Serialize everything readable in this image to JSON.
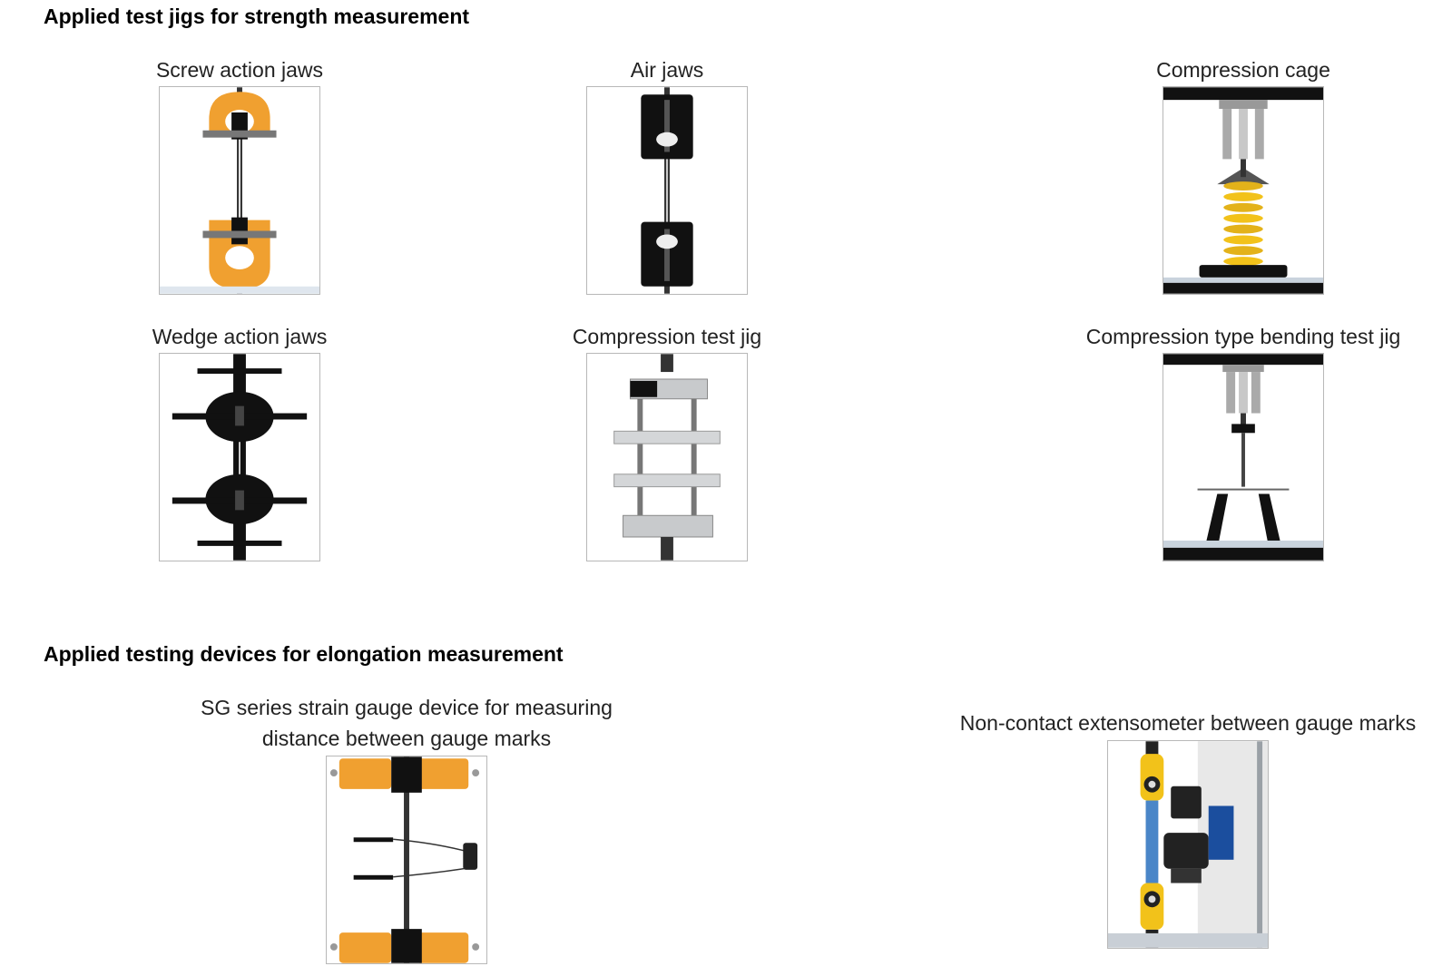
{
  "strength_section": {
    "heading": "Applied test jigs for strength measurement",
    "items": [
      {
        "caption": "Screw action jaws"
      },
      {
        "caption": "Air jaws"
      },
      {
        "caption": "Compression cage"
      },
      {
        "caption": "Wedge action jaws"
      },
      {
        "caption": "Compression test jig"
      },
      {
        "caption": "Compression type bending test jig"
      }
    ]
  },
  "elongation_section": {
    "heading": "Applied testing devices for elongation measurement",
    "items": [
      {
        "caption_lines": [
          "SG series strain gauge device for measuring",
          "distance between gauge marks"
        ]
      },
      {
        "caption": "Non-contact extensometer between gauge marks"
      }
    ]
  },
  "colors": {
    "jaw_orange": "#f0a030",
    "coil_yellow": "#f2c21a",
    "specimen_blue": "#4a86c8",
    "steel_black": "#111111",
    "steel_grey": "#b8bcc0"
  }
}
